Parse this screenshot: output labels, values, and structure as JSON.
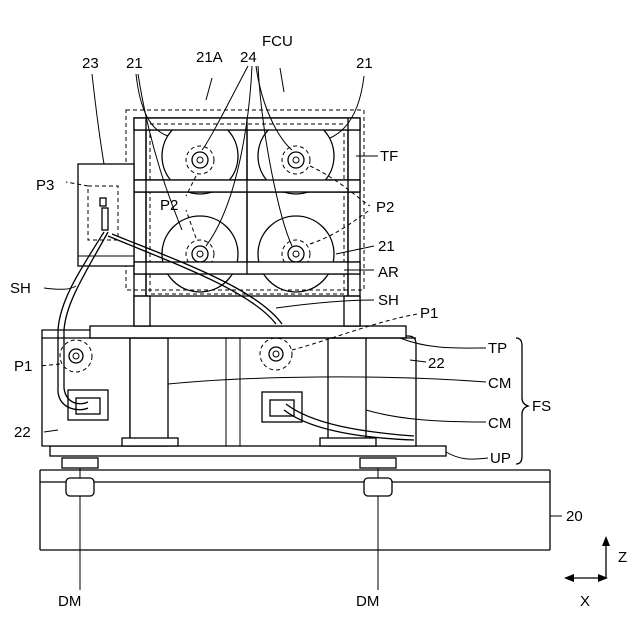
{
  "labels": {
    "l21a": "21A",
    "fcu": "FCU",
    "l23": "23",
    "l21_top_left": "21",
    "l24": "24",
    "l21_top_right": "21",
    "tf": "TF",
    "p3": "P3",
    "p2_left": "P2",
    "p2_right": "P2",
    "l21_mid": "21",
    "ar": "AR",
    "sh_left": "SH",
    "sh_right": "SH",
    "p1_right": "P1",
    "tp": "TP",
    "p1_left": "P1",
    "l22_right": "22",
    "cm_upper": "CM",
    "fs": "FS",
    "cm_lower": "CM",
    "l22_left": "22",
    "up": "UP",
    "l20": "20",
    "dm_left": "DM",
    "dm_right": "DM",
    "axis_z": "Z",
    "axis_x": "X"
  }
}
